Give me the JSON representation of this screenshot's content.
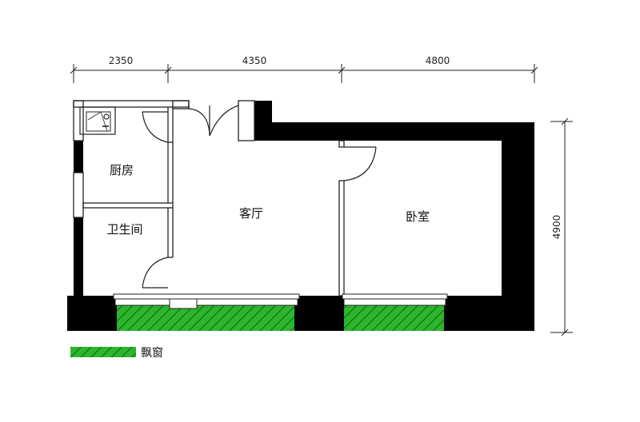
{
  "dimensions": {
    "top": [
      "2350",
      "4350",
      "4800"
    ],
    "right": "4900"
  },
  "rooms": {
    "kitchen": "厨房",
    "bathroom": "卫生间",
    "living_room": "客厅",
    "bedroom": "卧室"
  },
  "legend": {
    "bay_window": "飘窗"
  },
  "colors": {
    "wall": "#000000",
    "bay_window_fill": "#2db52d",
    "hatch": "#0b6e0b"
  }
}
